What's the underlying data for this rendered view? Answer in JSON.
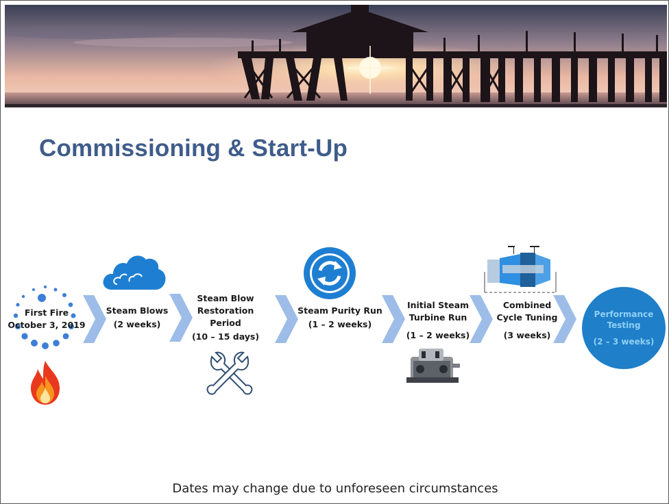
{
  "slide": {
    "title": "Commissioning & Start-Up",
    "footer": "Dates may change due to unforeseen circumstances"
  },
  "steps": [
    {
      "label": "First Fire",
      "date": "October 3, 2019",
      "icon": "flame-icon"
    },
    {
      "label": "Steam Blows",
      "duration": "(2 weeks)",
      "icon": "cloud-icon"
    },
    {
      "label_lines": [
        "Steam Blow",
        "Restoration",
        "Period"
      ],
      "duration": "(10 – 15 days)",
      "icon": "wrenches-icon"
    },
    {
      "label": "Steam Purity Run",
      "duration": "(1 – 2 weeks)",
      "icon": "refresh-cycle-icon"
    },
    {
      "label_lines": [
        "Initial Steam",
        "Turbine Run"
      ],
      "duration": "(1 – 2 weeks)",
      "icon": "steam-turbine-icon"
    },
    {
      "label_lines": [
        "Combined",
        "Cycle Tuning"
      ],
      "duration": "(3 weeks)",
      "icon": "gas-turbine-icon"
    },
    {
      "label_lines": [
        "Performance",
        "Testing"
      ],
      "duration": "(2 – 3 weeks)",
      "icon": "blue-circle"
    }
  ],
  "colors": {
    "title": "#3f5c8a",
    "chevron": "#9dbde8",
    "accent_blue": "#1f7fc9",
    "flame_red": "#e8391e",
    "flame_orange": "#f7941d"
  }
}
